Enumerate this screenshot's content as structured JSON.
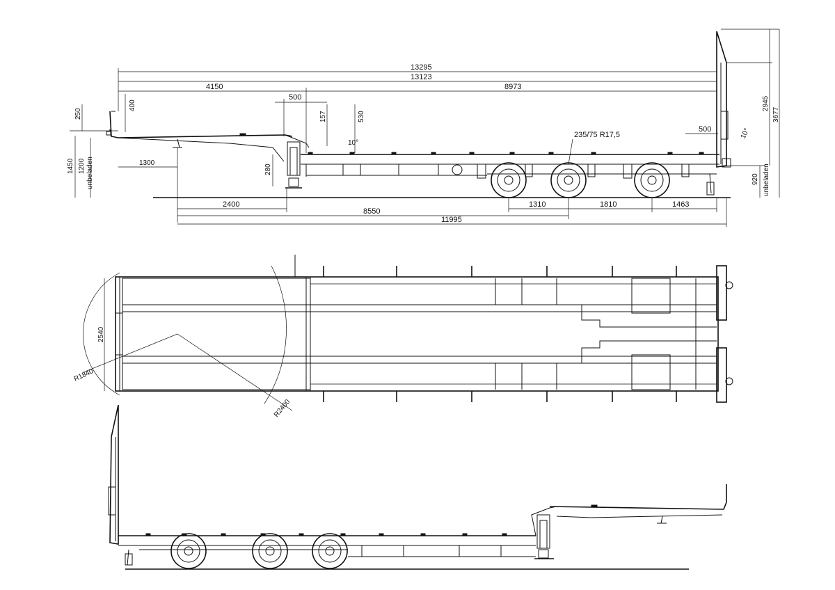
{
  "side_view": {
    "dimensions": {
      "total_length_outer": "13295",
      "total_length": "13123",
      "front_section": "4150",
      "rear_section": "8973",
      "neck_step": "500",
      "neck_height_157": "157",
      "neck_height_530": "530",
      "gooseneck_overhang": "400",
      "kingpin_top": "250",
      "rear_platform_offset": "1300",
      "support_leg_height": "280",
      "loading_height_1450": "1450",
      "loading_height_1200": "1200",
      "loading_label_left": "unbeladen",
      "kingpin_to_leg": "2400",
      "kingpin_to_axle2": "8550",
      "kingpin_to_rear": "11995",
      "axle_spacing_1": "1310",
      "axle_spacing_2": "1810",
      "rear_overhang": "1463",
      "rear_ramp_step": "500",
      "ramp_height_2945": "2945",
      "ramp_height_3677": "3677",
      "rear_deck_height": "920",
      "loading_label_right": "unbeladen",
      "tyre_size": "235/75  R17,5",
      "angle_front": "10°",
      "angle_rear": "10°"
    }
  },
  "top_view": {
    "dimensions": {
      "width": "2540",
      "turn_radius_inner": "R1840",
      "turn_radius_outer": "R2400"
    }
  }
}
